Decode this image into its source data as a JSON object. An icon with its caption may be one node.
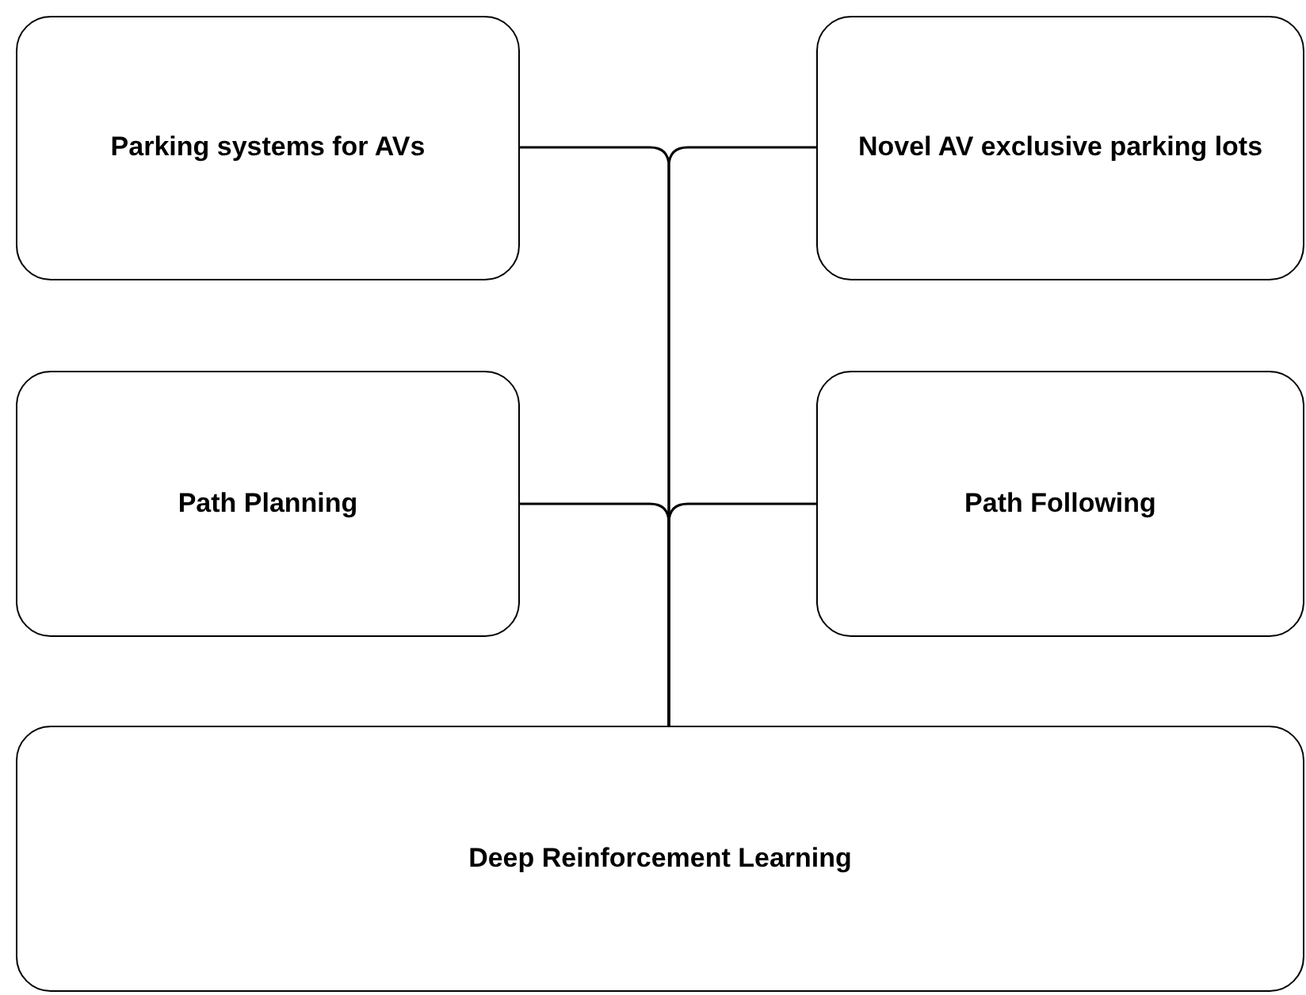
{
  "diagram": {
    "nodes": [
      {
        "text": [
          "Parking systems for AVs"
        ]
      },
      {
        "text": [
          "Novel AV exclusive parking lots"
        ]
      },
      {
        "text": [
          "Path Planning"
        ]
      },
      {
        "text": [
          "Path Following"
        ]
      },
      {
        "text": [
          "Deep Reinforcement Learning"
        ]
      }
    ],
    "edges": [
      {
        "from": 0,
        "to": 4,
        "arrow": "none"
      },
      {
        "from": 1,
        "to": 4,
        "arrow": "none"
      },
      {
        "from": 2,
        "to": 4,
        "arrow": "none"
      },
      {
        "from": 3,
        "to": 4,
        "arrow": "none"
      }
    ]
  }
}
